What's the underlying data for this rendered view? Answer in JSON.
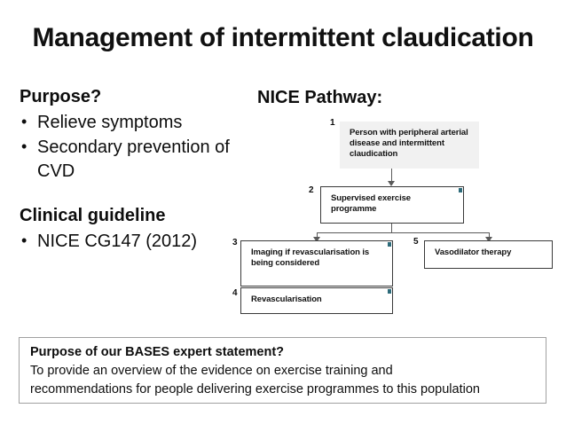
{
  "slide": {
    "title": "Management of intermittent claudication"
  },
  "left_column": {
    "purpose": {
      "heading": "Purpose?",
      "items": [
        "Relieve symptoms",
        "Secondary prevention of CVD"
      ]
    },
    "clinical_guideline": {
      "heading": "Clinical guideline",
      "items": [
        "NICE CG147 (2012)"
      ]
    }
  },
  "pathway": {
    "heading": "NICE Pathway:",
    "accent_color": "#2d6b7a",
    "nodes": [
      {
        "number": "1",
        "label": "Person with peripheral arterial disease and intermittent claudication",
        "style": "filled",
        "marker": false
      },
      {
        "number": "2",
        "label": "Supervised exercise programme",
        "style": "outlined",
        "marker": true
      },
      {
        "number": "3",
        "label": "Imaging if revascularisation is being considered",
        "style": "outlined",
        "marker": true
      },
      {
        "number": "4",
        "label": "Revascularisation",
        "style": "outlined",
        "marker": true
      },
      {
        "number": "5",
        "label": "Vasodilator therapy",
        "style": "outlined",
        "marker": false
      }
    ]
  },
  "statement": {
    "title": "Purpose of our BASES expert statement?",
    "line1": "To provide an overview of the evidence on exercise training and",
    "line2": "recommendations for people delivering exercise programmes to this population"
  }
}
